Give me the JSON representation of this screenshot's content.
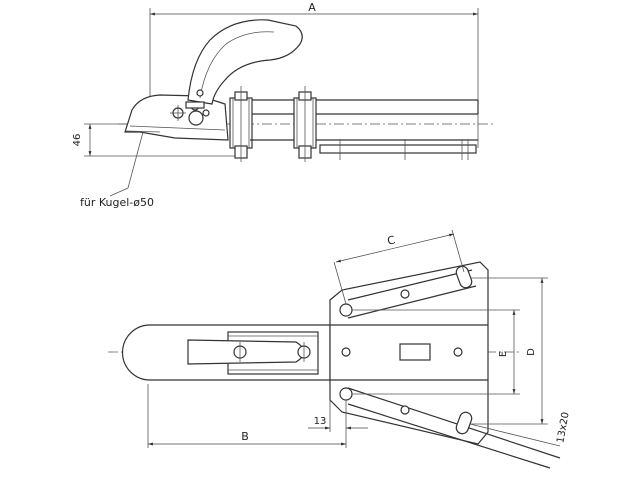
{
  "labels": {
    "dim_a": "A",
    "dim_b": "B",
    "dim_c": "C",
    "dim_d": "D",
    "dim_e": "E",
    "dim_46": "46",
    "dim_13": "13",
    "slot": "13x20",
    "kugel_note": "für Kugel-ø50"
  }
}
